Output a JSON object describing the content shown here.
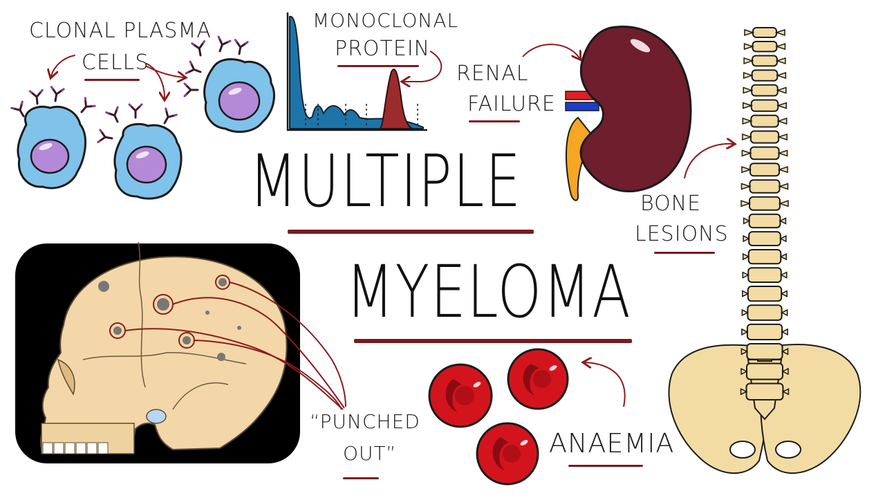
{
  "title": {
    "line1": "MULTIPLE",
    "line2": "MYELOMA"
  },
  "labels": {
    "clonal_line1": "CLONAL PLASMA",
    "clonal_line2": "CELLS",
    "mono_line1": "MONOCLONAL",
    "mono_line2": "PROTEIN",
    "renal_line1": "RENAL",
    "renal_line2": "FAILURE",
    "bone_line1": "BONE",
    "bone_line2": "LESIONS",
    "punched_line1": "“PUNCHED",
    "punched_line2": "OUT”",
    "anaemia": "ANAEMIA"
  },
  "colors": {
    "accent_red": "#7a1a1f",
    "cell_blue": "#7fc2ea",
    "nucleus_purple": "#b48ad8",
    "kidney": "#6e1e2c",
    "bone": "#f2dca3",
    "rbc_red": "#d4141c",
    "skull_bg": "#000000",
    "electro_blue": "#1d74a8",
    "m_spike": "#9c2b2b"
  },
  "icons": [
    "plasma-cell-icon",
    "antibody-icon",
    "electrophoresis-graph-icon",
    "kidney-icon",
    "spine-pelvis-icon",
    "skull-icon",
    "red-blood-cell-icon",
    "arrow-icon"
  ]
}
